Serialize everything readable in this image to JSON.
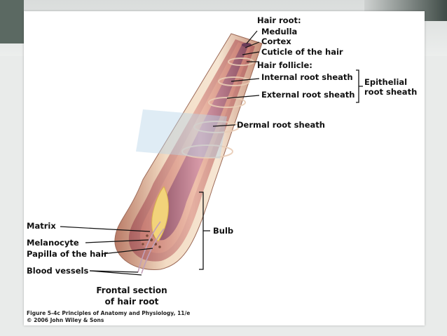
{
  "labels": {
    "hair_root": "Hair root:",
    "medulla": "Medulla",
    "cortex": "Cortex",
    "cuticle": "Cuticle of the hair",
    "hair_follicle": "Hair follicle:",
    "internal_root_sheath": "Internal root sheath",
    "external_root_sheath": "External root sheath",
    "epithelial_line1": "Epithelial",
    "epithelial_line2": "root sheath",
    "dermal_root_sheath": "Dermal root sheath",
    "bulb": "Bulb",
    "matrix": "Matrix",
    "melanocyte": "Melanocyte",
    "papilla": "Papilla of the hair",
    "blood_vessels": "Blood vessels"
  },
  "caption": {
    "line1": "Frontal section",
    "line2": "of hair root"
  },
  "credit": {
    "line1": "Figure 5-4c  Principles of Anatomy and Physiology, 11/e",
    "line2": "© 2006 John Wiley & Sons"
  },
  "colors": {
    "dermal": "#e8c7a6",
    "external": "#c97f7a",
    "internal": "#e2a58f",
    "papilla": "#f2d37a",
    "background": "#e9ebea"
  }
}
